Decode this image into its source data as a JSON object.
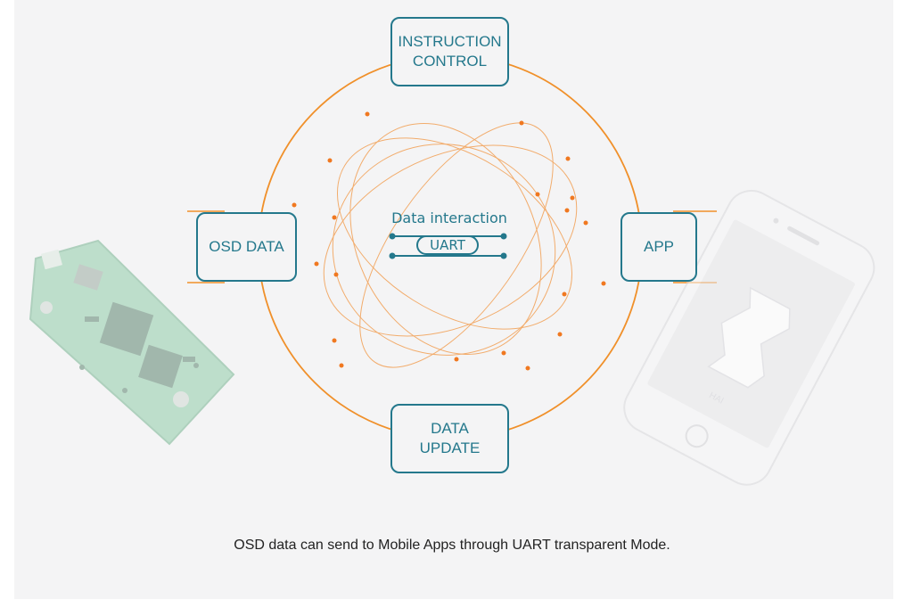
{
  "nodes": {
    "instruction_control": "INSTRUCTION\nCONTROL",
    "osd_data": "OSD DATA",
    "app": "APP",
    "data_update": "DATA\nUPDATE"
  },
  "center": {
    "title": "Data interaction",
    "pill": "UART"
  },
  "caption": "OSD data can send to Mobile Apps through UART transparent Mode.",
  "images": {
    "left_device": "osd-circuit-board",
    "right_device": "smartphone-with-app"
  },
  "colors": {
    "accent": "#24788c",
    "orbit": "#f0902a",
    "background": "#f4f4f5",
    "caption": "#222222"
  }
}
